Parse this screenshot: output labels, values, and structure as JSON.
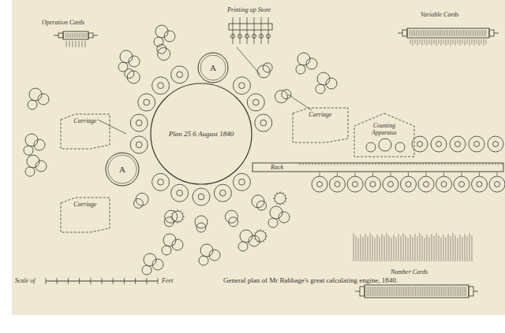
{
  "diagram": {
    "caption": "General plan of Mr Babbage's great calculating engine, 1840.",
    "nodes": [
      {
        "text": [
          "Plan 25 6 August 1840"
        ]
      },
      {
        "text": [
          "A"
        ]
      },
      {
        "text": [
          "A"
        ]
      },
      {
        "text": [
          "Counting Apparatus"
        ]
      },
      {
        "text": [
          "Rack"
        ]
      },
      {
        "text": [
          "Carriage"
        ]
      },
      {
        "text": [
          "Carriage"
        ]
      },
      {
        "text": [
          "Carriage"
        ]
      }
    ],
    "labels": [
      "Operation Cards",
      "Variable Cards",
      "Number Cards",
      "Printing up Store",
      "Scale of",
      "Feet"
    ]
  }
}
